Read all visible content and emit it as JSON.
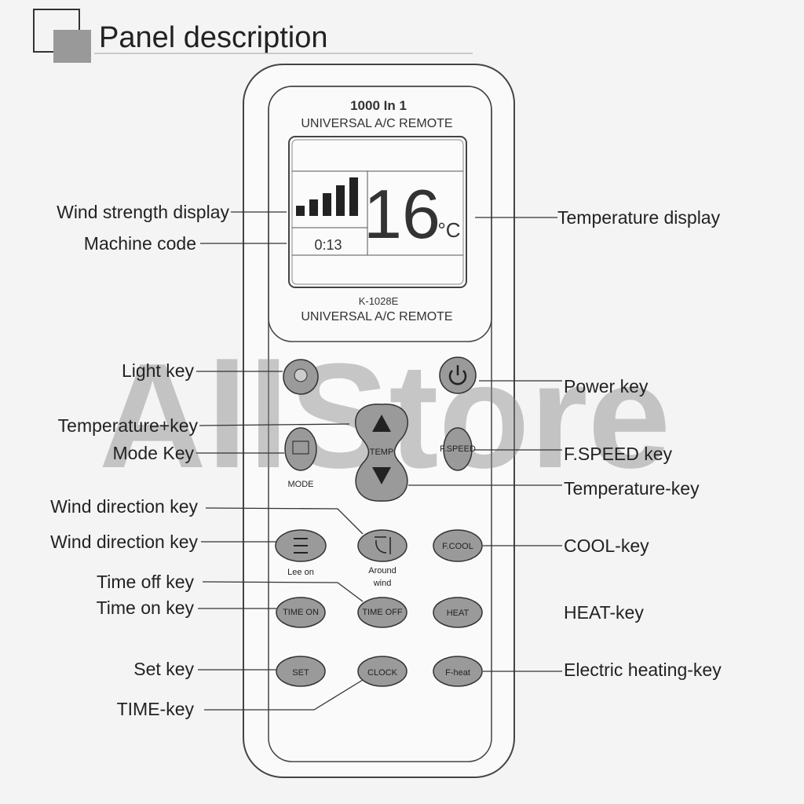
{
  "title": "Panel description",
  "watermark": "AllStore",
  "remote": {
    "top_brand": "1000 In 1",
    "top_subtitle": "UNIVERSAL A/C REMOTE",
    "model": "K-1028E",
    "bottom_subtitle": "UNIVERSAL A/C REMOTE",
    "display": {
      "temperature": "16",
      "unit": "°C",
      "machine_code": "0:13",
      "wind_strength_bars": 5
    },
    "buttons": {
      "mode": "MODE",
      "temp": "TEMP",
      "fspeed": "F.SPEED",
      "leaf_on": "Lee on",
      "around_wind_1": "Around",
      "around_wind_2": "wind",
      "cool": "F.COOL",
      "time_on": "TIME ON",
      "time_off": "TIME OFF",
      "heat": "HEAT",
      "set": "SET",
      "clock": "CLOCK",
      "fheat": "F-heat"
    }
  },
  "labels": {
    "wind_strength_display": "Wind strength display",
    "machine_code": "Machine code",
    "light_key": "Light key",
    "temperature_plus_key": "Temperature+key",
    "mode_key": "Mode Key",
    "wind_direction_key_1": "Wind direction key",
    "wind_direction_key_2": "Wind direction key",
    "time_off_key": "Time off key",
    "time_on_key": "Time on key",
    "set_key": "Set key",
    "time_key": "TIME-key",
    "temperature_display": "Temperature display",
    "power_key": "Power key",
    "fspeed_key": "F.SPEED key",
    "temperature_minus_key": "Temperature-key",
    "cool_key": "COOL-key",
    "heat_key": "HEAT-key",
    "electric_heating_key": "Electric heating-key"
  }
}
